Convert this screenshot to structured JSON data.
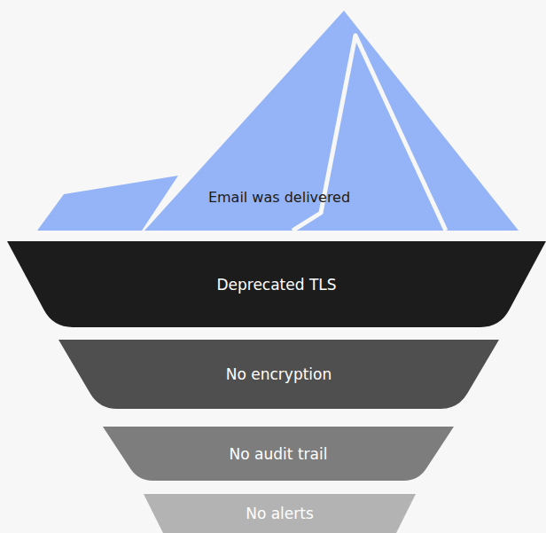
{
  "diagram": {
    "nodes": [
      {
        "text": [
          "Email was delivered"
        ]
      },
      {
        "text": [
          "Deprecated TLS"
        ]
      },
      {
        "text": [
          "No encryption"
        ]
      },
      {
        "text": [
          "No audit trail"
        ]
      },
      {
        "text": [
          "No alerts"
        ]
      }
    ]
  }
}
